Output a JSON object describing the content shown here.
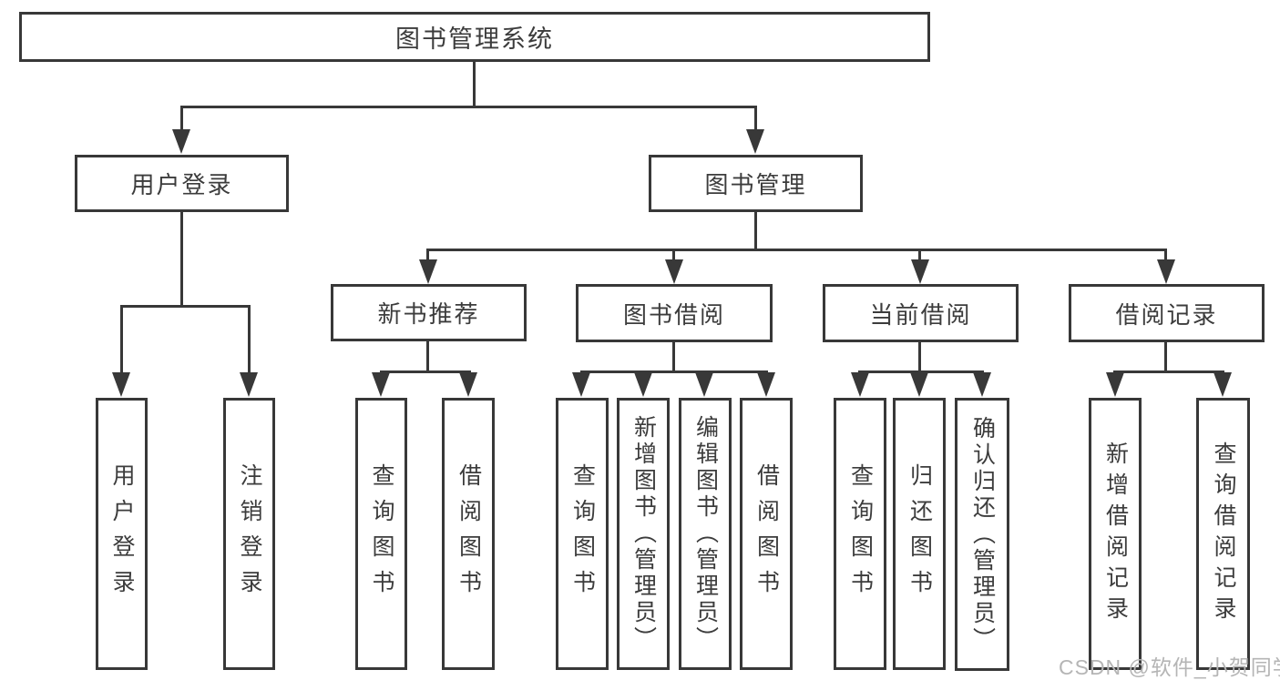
{
  "tree": {
    "root": {
      "label": "图书管理系统",
      "children": [
        {
          "label": "用户登录",
          "children": [
            {
              "label": "用户登录"
            },
            {
              "label": "注销登录"
            }
          ]
        },
        {
          "label": "图书管理",
          "children": [
            {
              "label": "新书推荐",
              "children": [
                {
                  "label": "查询图书"
                },
                {
                  "label": "借阅图书"
                }
              ]
            },
            {
              "label": "图书借阅",
              "children": [
                {
                  "label": "查询图书"
                },
                {
                  "label": "新增图书（管理员）"
                },
                {
                  "label": "编辑图书（管理员）"
                },
                {
                  "label": "借阅图书"
                }
              ]
            },
            {
              "label": "当前借阅",
              "children": [
                {
                  "label": "查询图书"
                },
                {
                  "label": "归还图书"
                },
                {
                  "label": "确认归还（管理员）"
                }
              ]
            },
            {
              "label": "借阅记录",
              "children": [
                {
                  "label": "新增借阅记录"
                },
                {
                  "label": "查询借阅记录"
                }
              ]
            }
          ]
        }
      ]
    }
  },
  "watermark": {
    "text": "CSDN @软件_小贺同学"
  },
  "colors": {
    "line": "#383838",
    "text": "#3c3c3c",
    "watermark": "#b5b5b5",
    "background": "#ffffff"
  }
}
